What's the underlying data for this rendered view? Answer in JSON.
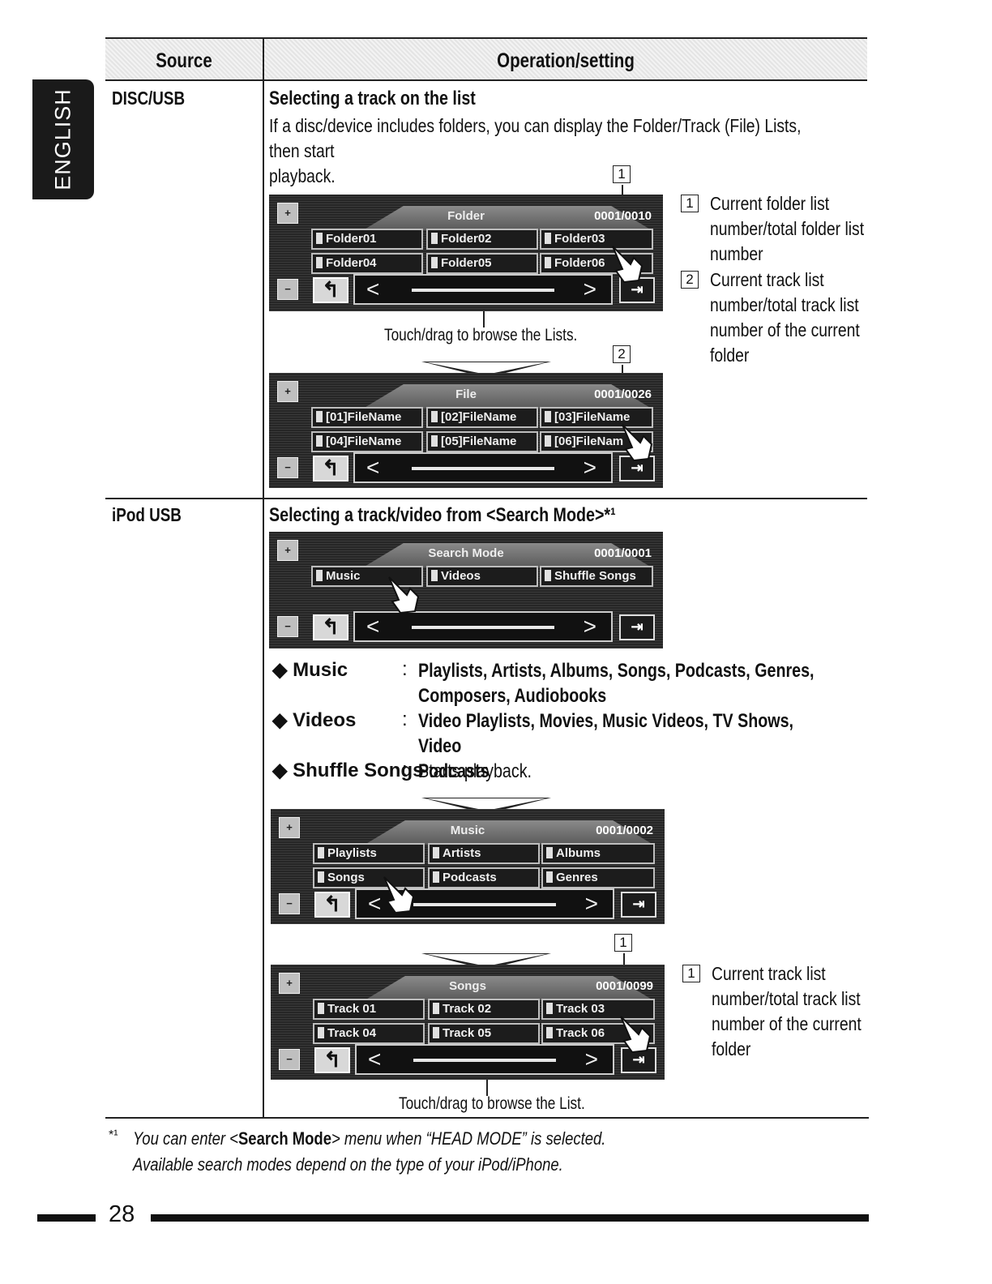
{
  "language_tab": "ENGLISH",
  "table": {
    "header_source": "Source",
    "header_operation": "Operation/setting"
  },
  "disc_usb": {
    "source": "DISC/USB",
    "title": "Selecting a track on the list",
    "body_line1": "If a disc/device includes folders, you can display the Folder/Track (File) Lists, then start",
    "body_line2": "playback.",
    "folder_screen": {
      "title": "Folder",
      "count": "0001/0010",
      "items": [
        "Folder01",
        "Folder02",
        "Folder03",
        "Folder04",
        "Folder05",
        "Folder06"
      ]
    },
    "caption": "Touch/drag to browse the Lists.",
    "file_screen": {
      "title": "File",
      "count": "0001/0026",
      "items": [
        "[01]FileName",
        "[02]FileName",
        "[03]FileName",
        "[04]FileName",
        "[05]FileName",
        "[06]FileNam"
      ]
    },
    "callouts": [
      {
        "num": "1",
        "lines": [
          "Current folder list",
          "number/total folder list",
          "number"
        ]
      },
      {
        "num": "2",
        "lines": [
          "Current track list",
          "number/total track list",
          "number of the current",
          "folder"
        ]
      }
    ]
  },
  "ipod_usb": {
    "source": "iPod USB",
    "title": "Selecting a track/video from <Search Mode>*¹",
    "search_screen": {
      "title": "Search Mode",
      "count": "0001/0001",
      "items": [
        "Music",
        "Videos",
        "Shuffle Songs"
      ]
    },
    "options": [
      {
        "key": "Music",
        "val1": "Playlists, Artists, Albums, Songs, Podcasts, Genres,",
        "val2": "Composers, Audiobooks"
      },
      {
        "key": "Videos",
        "val1": "Video Playlists, Movies, Music Videos, TV Shows, Video",
        "val2": "Podcasts"
      },
      {
        "key": "Shuffle Songs",
        "val1": "Starts playback.",
        "val2": ""
      }
    ],
    "music_screen": {
      "title": "Music",
      "count": "0001/0002",
      "items": [
        "Playlists",
        "Artists",
        "Albums",
        "Songs",
        "Podcasts",
        "Genres"
      ]
    },
    "songs_screen": {
      "title": "Songs",
      "count": "0001/0099",
      "items": [
        "Track 01",
        "Track 02",
        "Track 03",
        "Track 04",
        "Track 05",
        "Track 06"
      ]
    },
    "caption": "Touch/drag to browse the List.",
    "callout": {
      "num": "1",
      "lines": [
        "Current track list",
        "number/total track list",
        "number of the current",
        "folder"
      ]
    }
  },
  "footnote": {
    "marker": "*¹",
    "line1_pre": "You can enter <",
    "line1_bold": "Search Mode",
    "line1_post": "> menu when “HEAD MODE” is selected.",
    "line2": "Available search modes depend on the type of your iPod/iPhone."
  },
  "page_number": "28"
}
